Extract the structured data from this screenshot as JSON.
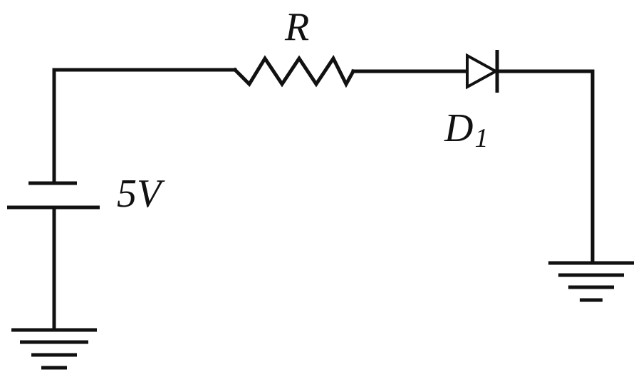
{
  "diagram": {
    "type": "circuit-schematic",
    "components": {
      "battery": {
        "label": "5V",
        "symbol": "dc-voltage-source"
      },
      "resistor": {
        "label": "R",
        "symbol": "resistor-zigzag"
      },
      "diode": {
        "label_main": "D",
        "label_sub": "1",
        "symbol": "diode"
      },
      "ground_left": {
        "symbol": "ground-icon"
      },
      "ground_right": {
        "symbol": "ground-icon"
      }
    },
    "colors": {
      "line": "#111111",
      "background": "#ffffff"
    }
  }
}
